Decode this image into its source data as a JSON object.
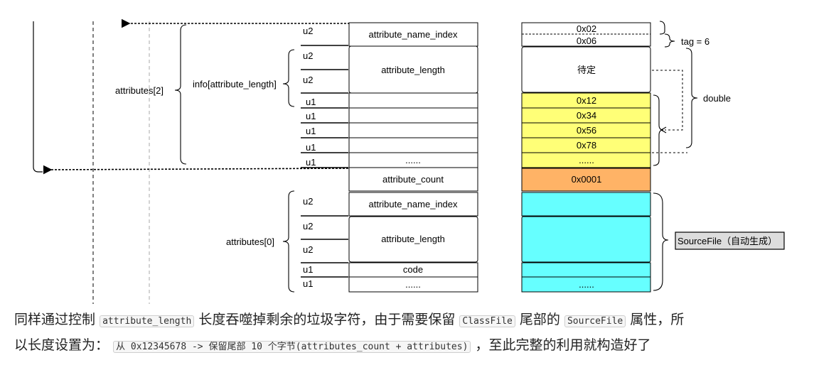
{
  "diagram": {
    "left_nodes": [
      {
        "id": "attributes2",
        "label": "attributes[2]"
      },
      {
        "id": "info",
        "label": "info[attribute_length]"
      },
      {
        "id": "attributes0",
        "label": "attributes[0]"
      }
    ],
    "type_labels": [
      "u2",
      "u2",
      "u2",
      "u1",
      "u1",
      "u1",
      "u1",
      "u1",
      "u2",
      "u2",
      "u2",
      "u1",
      "u1"
    ],
    "field_labels": [
      "attribute_name_index",
      "attribute_length",
      "",
      "",
      "",
      "",
      "......",
      "attribute_count",
      "attribute_name_index",
      "attribute_length",
      "code",
      "......"
    ],
    "value_labels": [
      "0x02",
      "0x06",
      "待定",
      "0x12",
      "0x34",
      "0x56",
      "0x78",
      "......",
      "0x0001",
      "",
      "",
      "",
      "......"
    ],
    "right_labels": {
      "tag": "tag = 6",
      "double": "double",
      "sourcefile": "SourceFile（自动生成）"
    },
    "colors": {
      "yellow": "#ffff77",
      "orange": "#ffb366",
      "cyan": "#66ffff",
      "white": "#ffffff",
      "label_box": "#dddddd"
    }
  },
  "paragraph": {
    "line1": {
      "t1": "同样通过控制",
      "c1": "attribute_length",
      "t2": "长度吞噬掉剩余的垃圾字符，由于需要保留",
      "c2": "ClassFile",
      "t3": "尾部的",
      "c3": "SourceFile",
      "t4": "属性，所"
    },
    "line2": {
      "t1": "以长度设置为：",
      "c1": "从 0x12345678 -> 保留尾部 10 个字节(attributes_count + attributes)",
      "t2": "，至此完整的利用就构造好了"
    }
  }
}
